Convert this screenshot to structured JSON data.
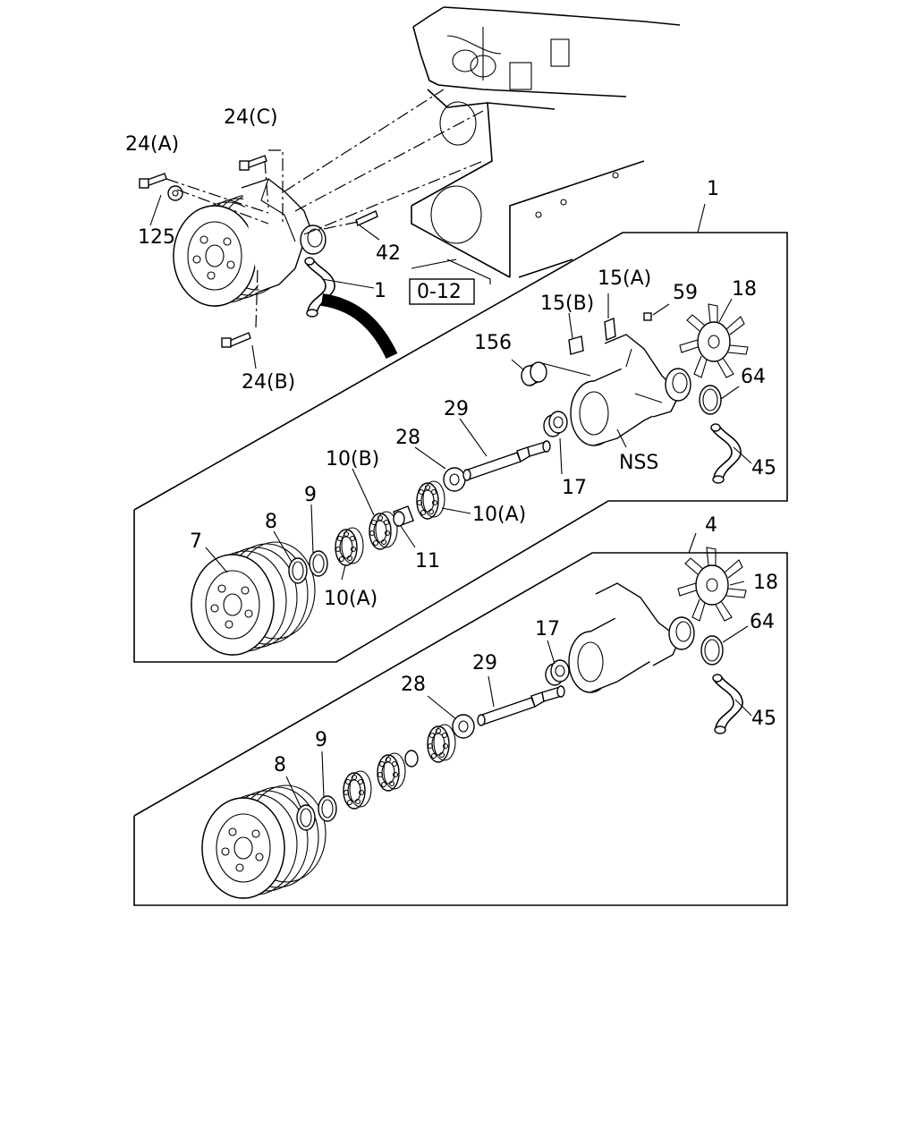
{
  "labels": {
    "l_24a": "24(A)",
    "l_24c": "24(C)",
    "l_125": "125",
    "l_42": "42",
    "l_1_pump": "1",
    "l_24b": "24(B)",
    "l_ref": "0-12",
    "l_1_group": "1",
    "l_15a": "15(A)",
    "l_15b": "15(B)",
    "l_59": "59",
    "l_18_a": "18",
    "l_156": "156",
    "l_64_a": "64",
    "l_29_a": "29",
    "l_28_a": "28",
    "l_nss": "NSS",
    "l_45_a": "45",
    "l_10b": "10(B)",
    "l_17_a": "17",
    "l_9_a": "9",
    "l_10a_upper": "10(A)",
    "l_8_a": "8",
    "l_11": "11",
    "l_7": "7",
    "l_10a_lower": "10(A)",
    "l_4": "4",
    "l_18_b": "18",
    "l_64_b": "64",
    "l_17_b": "17",
    "l_29_b": "29",
    "l_45_b": "45",
    "l_28_b": "28",
    "l_9_b": "9",
    "l_8_b": "8"
  }
}
